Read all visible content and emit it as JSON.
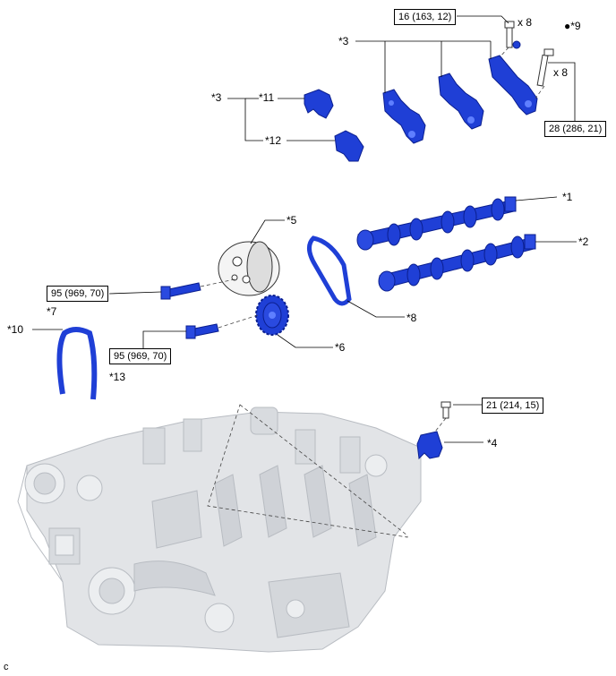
{
  "colors": {
    "part": "#1f3fd6",
    "part_dark": "#0b1f8f",
    "part_light": "#5f7fff",
    "engine": "#e2e4e7",
    "engine_line": "#b8bcc2"
  },
  "callouts": [
    {
      "id": "1",
      "text": "*1"
    },
    {
      "id": "2",
      "text": "*2"
    },
    {
      "id": "3a",
      "text": "*3"
    },
    {
      "id": "3b",
      "text": "*3"
    },
    {
      "id": "4",
      "text": "*4"
    },
    {
      "id": "5",
      "text": "*5"
    },
    {
      "id": "6",
      "text": "*6"
    },
    {
      "id": "7",
      "text": "*7"
    },
    {
      "id": "8",
      "text": "*8"
    },
    {
      "id": "9",
      "text": "●*9"
    },
    {
      "id": "10",
      "text": "*10"
    },
    {
      "id": "11",
      "text": "*11"
    },
    {
      "id": "12",
      "text": "*12"
    },
    {
      "id": "13",
      "text": "*13"
    }
  ],
  "torques": [
    {
      "id": "t16",
      "text": "16 (163, 12)"
    },
    {
      "id": "t28",
      "text": "28 (286, 21)"
    },
    {
      "id": "t95a",
      "text": "95 (969, 70)"
    },
    {
      "id": "t95b",
      "text": "95 (969, 70)"
    },
    {
      "id": "t21",
      "text": "21 (214, 15)"
    }
  ],
  "quantities": [
    {
      "id": "q1",
      "text": "x 8"
    },
    {
      "id": "q2",
      "text": "x 8"
    }
  ],
  "corner_mark": "c"
}
